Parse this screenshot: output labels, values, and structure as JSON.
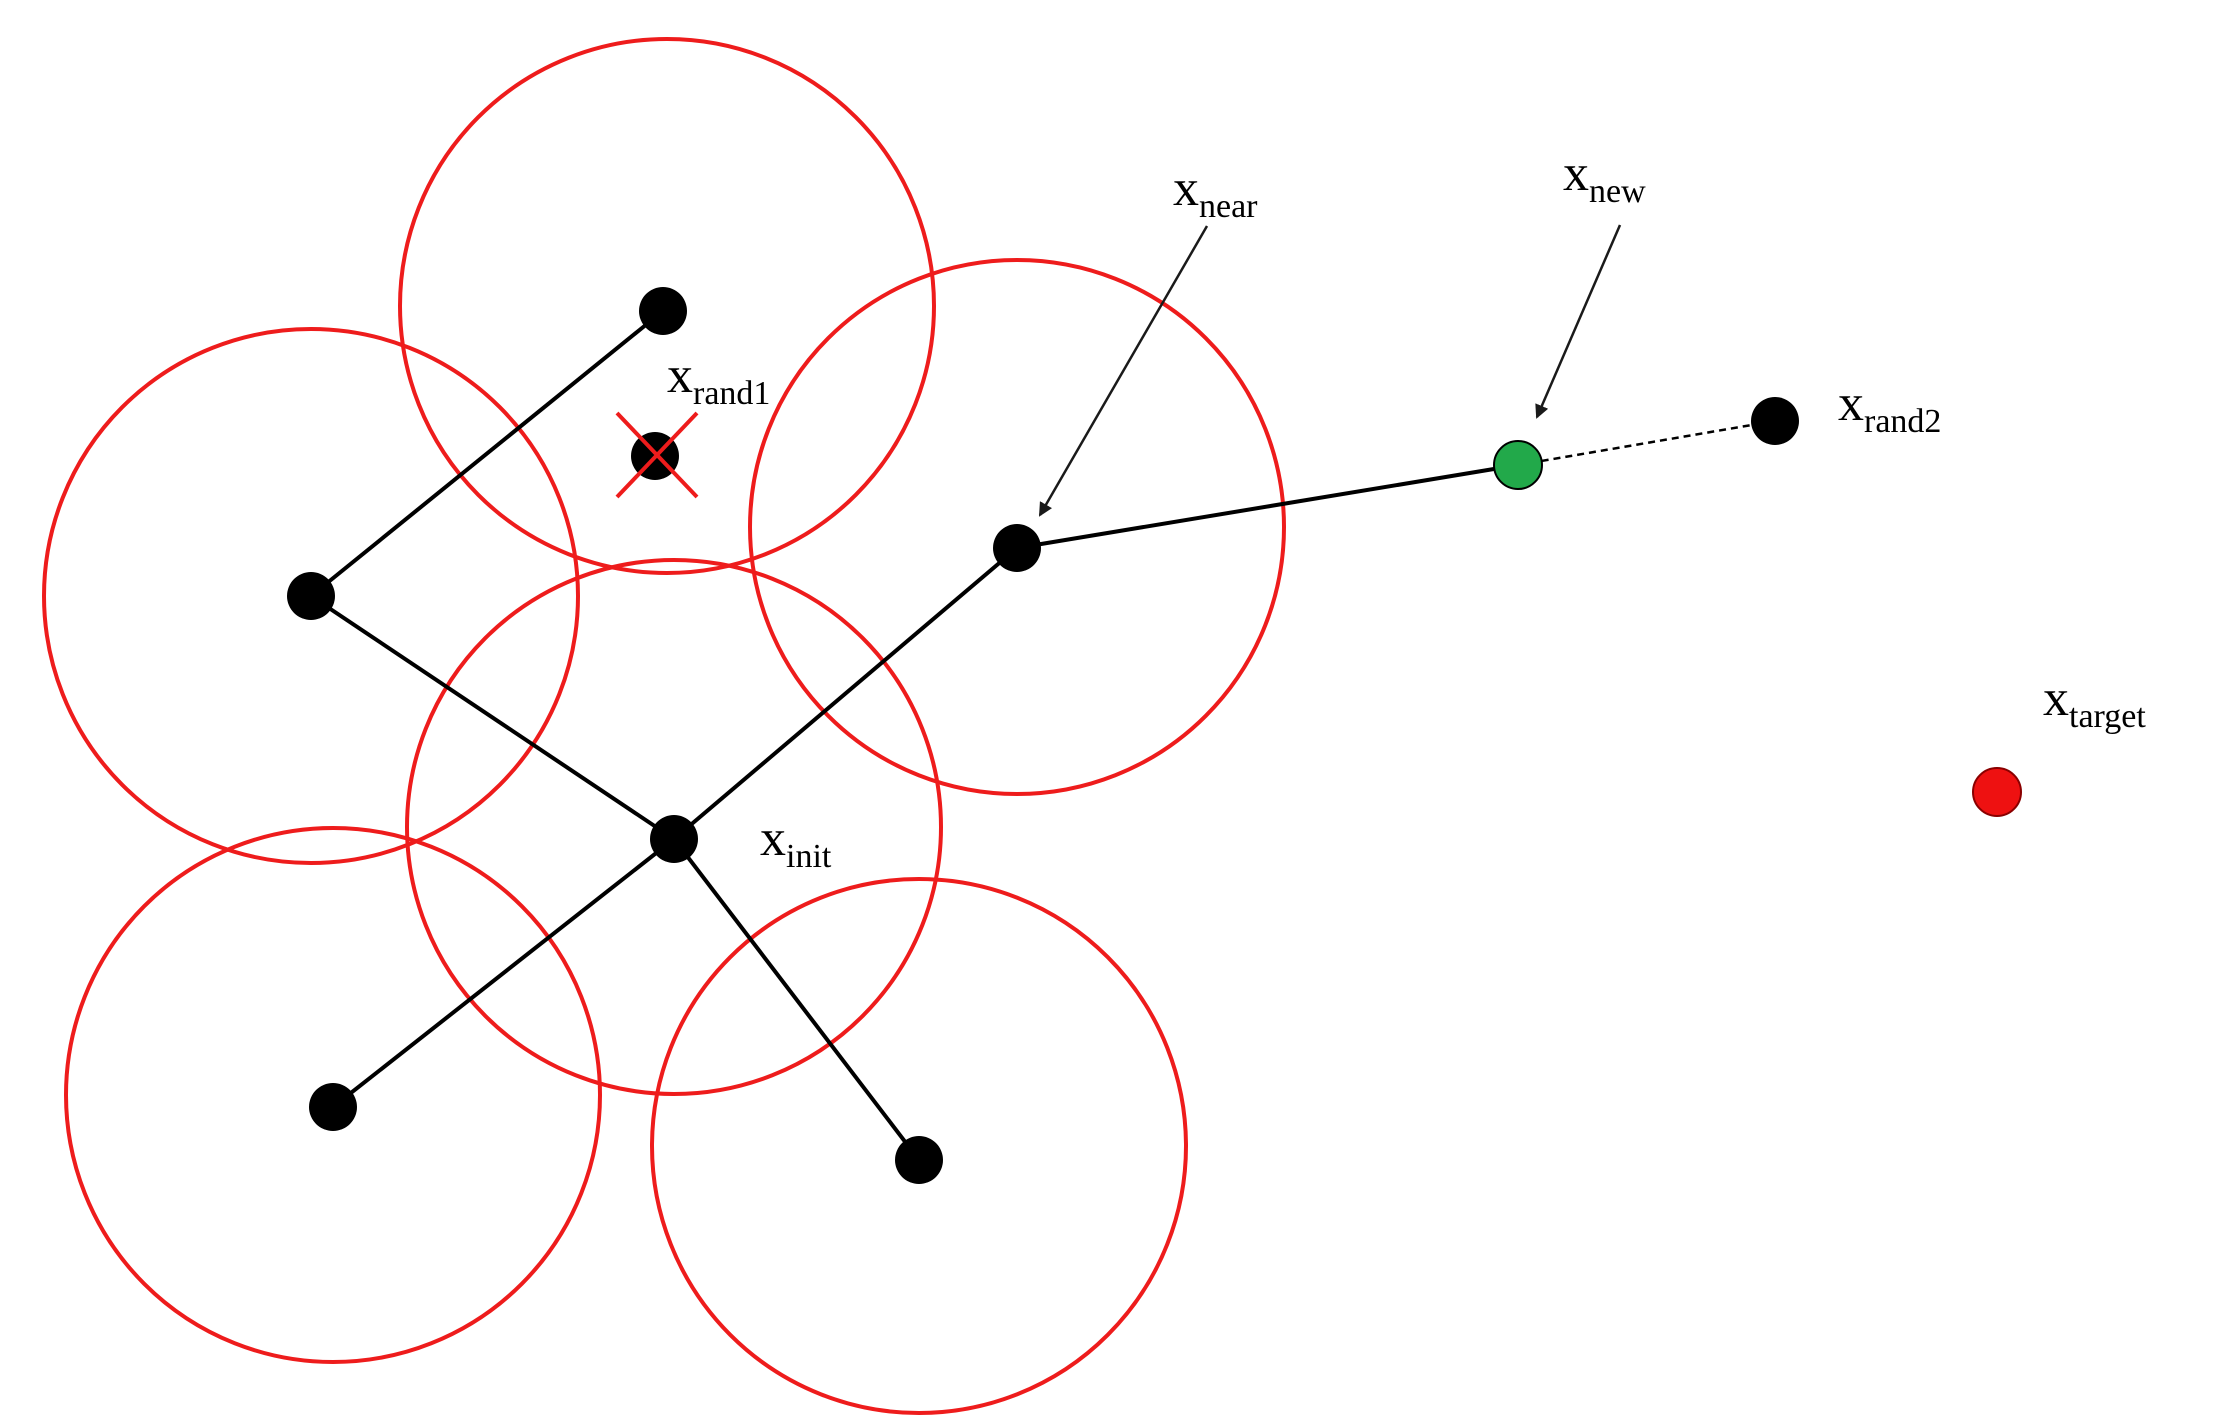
{
  "colors": {
    "background": "#ffffff",
    "edge": "#000000",
    "circle": "#ee1c1c",
    "node": "#000000",
    "new_node": "#22a94a",
    "target_node": "#ee1111",
    "reject_mark": "#ee1c1c",
    "arrow": "#1a1a1a"
  },
  "labels": {
    "near": {
      "main": "x",
      "sub": "near"
    },
    "new": {
      "main": "x",
      "sub": "new"
    },
    "rand1": {
      "main": "x",
      "sub": "rand1"
    },
    "rand2": {
      "main": "x",
      "sub": "rand2"
    },
    "init": {
      "main": "x",
      "sub": "init"
    },
    "target": {
      "main": "x",
      "sub": "target"
    }
  }
}
